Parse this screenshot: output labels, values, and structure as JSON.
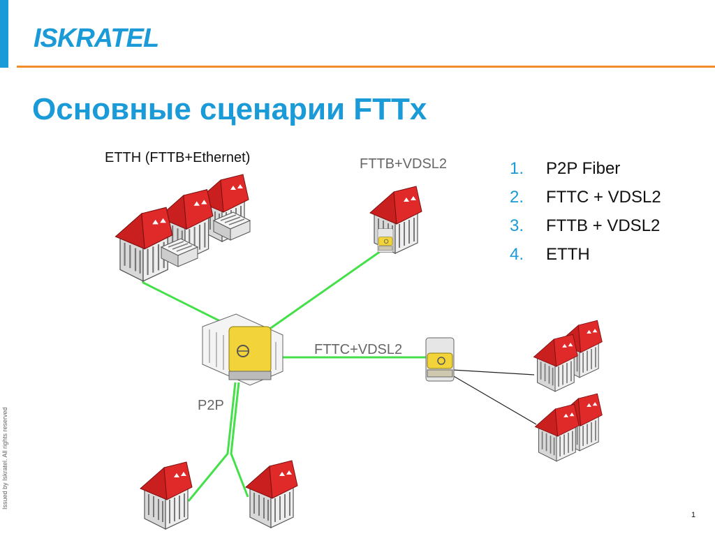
{
  "header": {
    "logo_part1": "ISKRA",
    "logo_part2": "TEL"
  },
  "title": "Основные сценарии FTTx",
  "labels": {
    "etth": "ETTH (FTTB+Ethernet)",
    "fttb": "FTTB+VDSL2",
    "fttc": "FTTC+VDSL2",
    "p2p": "P2P"
  },
  "list": [
    {
      "num": "1.",
      "text": "P2P Fiber"
    },
    {
      "num": "2.",
      "text": "FTTC + VDSL2"
    },
    {
      "num": "3.",
      "text": "FTTB + VDSL2"
    },
    {
      "num": "4.",
      "text": "ETTH"
    }
  ],
  "footer": {
    "side_note": "Issued by Iskratel. All rights reserved",
    "page": "1"
  },
  "colors": {
    "accent": "#1a9ad6",
    "rule": "#f28c28",
    "fiber": "#44e04a",
    "roof": "#e02a2a",
    "device": "#f2d43a"
  }
}
